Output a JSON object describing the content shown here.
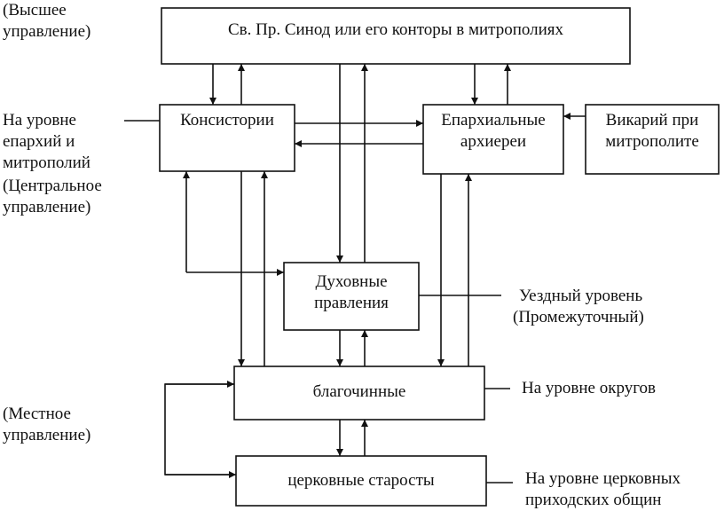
{
  "boxes": {
    "synod": "Св. Пр. Синод или его конторы в митрополиях",
    "consistory": "Консистории",
    "bishops_line1": "Епархиальные",
    "bishops_line2": "архиереи",
    "vicar_line1": "Викарий при",
    "vicar_line2": "митрополите",
    "spiritual_line1": "Духовные",
    "spiritual_line2": "правления",
    "deans": "благочинные",
    "elders": "церковные старосты"
  },
  "levels": {
    "higher_line1": "(Высшее",
    "higher_line2": "управление)",
    "eparchy_line1": "На уровне",
    "eparchy_line2": "епархий и",
    "eparchy_line3": "митрополий",
    "eparchy_line4": "(Центральное",
    "eparchy_line5": "управление)",
    "uyezd_line1": "Уездный уровень",
    "uyezd_line2": "(Промежуточный)",
    "okrug": "На уровне округов",
    "local_line1": "(Местное",
    "local_line2": "управление)",
    "parish_line1": "На уровне церковных",
    "parish_line2": "приходских общин"
  }
}
